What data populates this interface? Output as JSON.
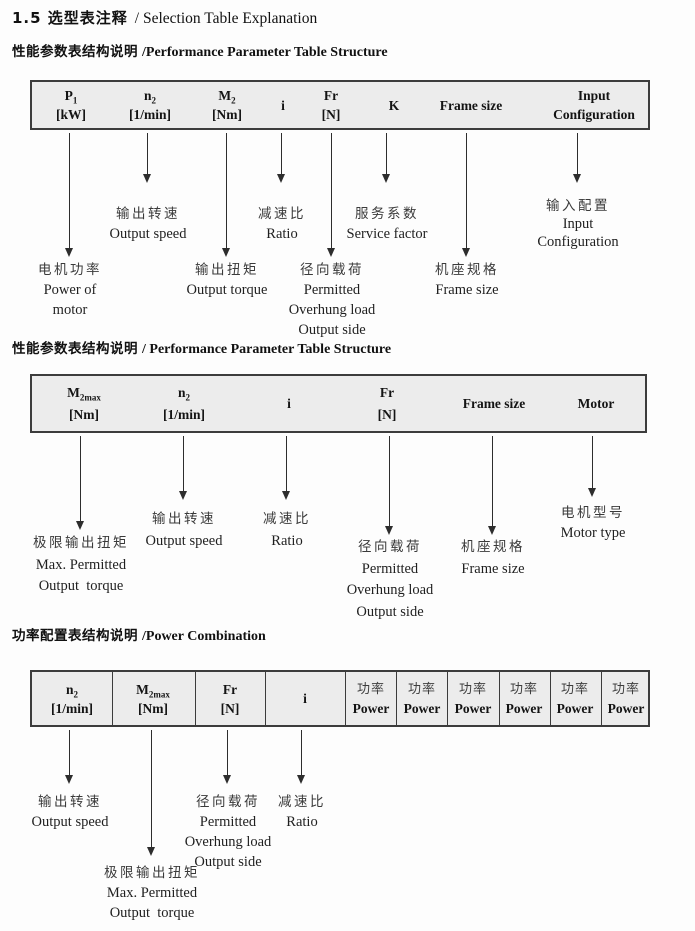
{
  "page": {
    "title_zh": "1.5 选型表注释",
    "title_en": "/ Selection Table Explanation"
  },
  "sections": [
    {
      "header_zh": "性能参数表结构说明",
      "header_en": "/Performance Parameter Table Structure",
      "table": {
        "cells": [
          {
            "sym": "P",
            "sub": "1",
            "unit": "[kW]"
          },
          {
            "sym": "n",
            "sub": "2",
            "unit": "[1/min]"
          },
          {
            "sym": "M",
            "sub": "2",
            "unit": "[Nm]"
          },
          {
            "single": "i"
          },
          {
            "sym": "Fr",
            "sub": "",
            "unit": "[N]"
          },
          {
            "single": "K"
          },
          {
            "single": "Frame size"
          },
          {
            "line1": "Input",
            "line2": "Configuration"
          }
        ]
      },
      "labels": {
        "power_of_motor": [
          "电机功率",
          "Power of",
          "motor"
        ],
        "output_speed": [
          "输出转速",
          "Output speed"
        ],
        "output_torque": [
          "输出扭矩",
          "Output torque"
        ],
        "ratio": [
          "减速比",
          "Ratio"
        ],
        "overhung_load": [
          "径向载荷",
          "Permitted",
          "Overhung load",
          "Output side"
        ],
        "service_factor": [
          "服务系数",
          "Service factor"
        ],
        "frame_size": [
          "机座规格",
          "Frame size"
        ],
        "input_configuration": [
          "输入配置",
          "Input",
          "Configuration"
        ]
      }
    },
    {
      "header_zh": "性能参数表结构说明",
      "header_en": "/ Performance Parameter Table Structure",
      "table": {
        "cells": [
          {
            "sym": "M",
            "sub": "2max",
            "unit": "[Nm]"
          },
          {
            "sym": "n",
            "sub": "2",
            "unit": "[1/min]"
          },
          {
            "single": "i"
          },
          {
            "sym": "Fr",
            "sub": "",
            "unit": "[N]"
          },
          {
            "single": "Frame size"
          },
          {
            "single": "Motor"
          }
        ]
      },
      "labels": {
        "max_output_torque": [
          "极限输出扭矩",
          "Max. Permitted",
          "Output  torque"
        ],
        "output_speed": [
          "输出转速",
          "Output speed"
        ],
        "ratio": [
          "减速比",
          "Ratio"
        ],
        "overhung_load": [
          "径向载荷",
          "Permitted",
          "Overhung load",
          "Output side"
        ],
        "frame_size": [
          "机座规格",
          "Frame size"
        ],
        "motor_type": [
          "电机型号",
          "Motor type"
        ]
      }
    },
    {
      "header_zh": "功率配置表结构说明",
      "header_en": "/Power Combination",
      "table": {
        "cells": [
          {
            "sym": "n",
            "sub": "2",
            "unit": "[1/min]"
          },
          {
            "sym": "M",
            "sub": "2max",
            "unit": "[Nm]"
          },
          {
            "sym": "Fr",
            "sub": "",
            "unit": "[N]"
          },
          {
            "single": "i"
          }
        ],
        "power_zh": "功率",
        "power_en": "Power",
        "power_column_count": 6
      },
      "labels": {
        "output_speed": [
          "输出转速",
          "Output speed"
        ],
        "max_output_torque": [
          "极限输出扭矩",
          "Max. Permitted",
          "Output  torque"
        ],
        "overhung_load": [
          "径向载荷",
          "Permitted",
          "Overhung load",
          "Output side"
        ],
        "ratio": [
          "减速比",
          "Ratio"
        ]
      }
    }
  ]
}
